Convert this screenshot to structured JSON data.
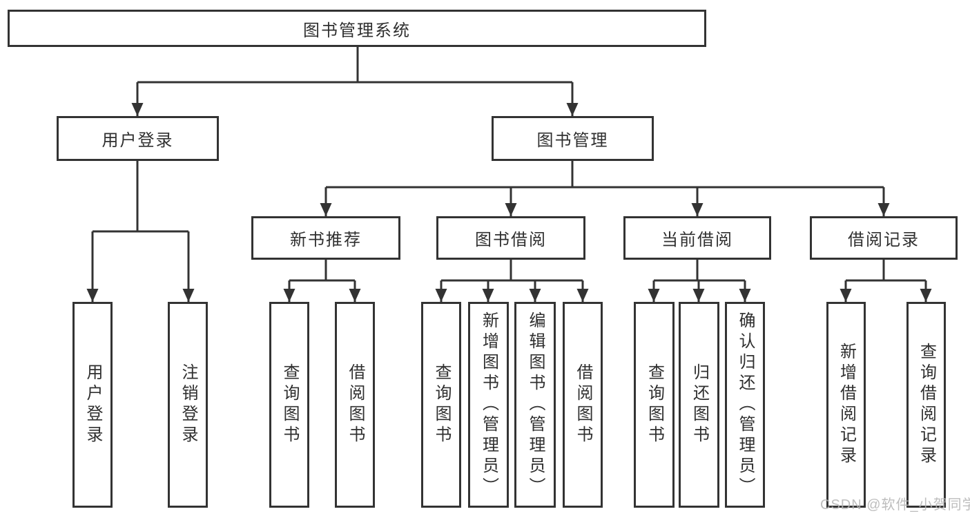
{
  "tree": {
    "label": "图书管理系统",
    "children": [
      {
        "label": "用户登录",
        "children": [
          {
            "label": "用户登录"
          },
          {
            "label": "注销登录"
          }
        ]
      },
      {
        "label": "图书管理",
        "children": [
          {
            "label": "新书推荐",
            "children": [
              {
                "label": "查询图书"
              },
              {
                "label": "借阅图书"
              }
            ]
          },
          {
            "label": "图书借阅",
            "children": [
              {
                "label": "查询图书"
              },
              {
                "label": "新增图书（管理员）"
              },
              {
                "label": "编辑图书（管理员）"
              },
              {
                "label": "借阅图书"
              }
            ]
          },
          {
            "label": "当前借阅",
            "children": [
              {
                "label": "查询图书"
              },
              {
                "label": "归还图书"
              },
              {
                "label": "确认归还（管理员）"
              }
            ]
          },
          {
            "label": "借阅记录",
            "children": [
              {
                "label": "新增借阅记录"
              },
              {
                "label": "查询借阅记录"
              }
            ]
          }
        ]
      }
    ]
  },
  "watermark": {
    "text": "CSDN @软件_小贺同学"
  },
  "colors": {
    "line": "#333333",
    "text": "#2f2f2f",
    "background": "#ffffff",
    "watermark": "#b5b5b5"
  }
}
